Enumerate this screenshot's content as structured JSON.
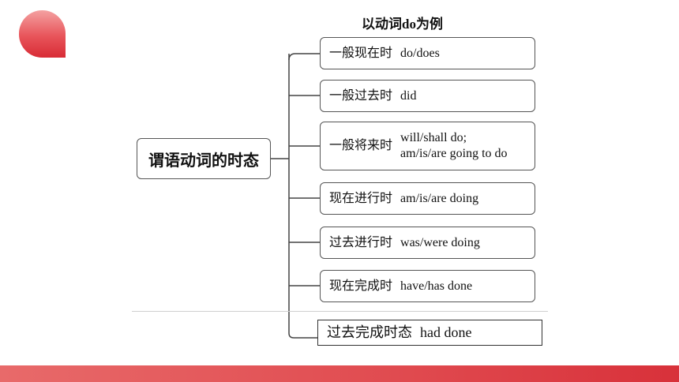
{
  "header": {
    "caption": "以动词do为例"
  },
  "root": {
    "label": "谓语动词的时态"
  },
  "branches": [
    {
      "tense": "一般现在时",
      "example": "do/does"
    },
    {
      "tense": "一般过去时",
      "example": "did"
    },
    {
      "tense": "一般将来时",
      "example_lines": [
        "will/shall do;",
        "am/is/are going to do"
      ]
    },
    {
      "tense": "现在进行时",
      "example": "am/is/are doing"
    },
    {
      "tense": "过去进行时",
      "example": "was/were doing"
    },
    {
      "tense": "现在完成时",
      "example": "have/has done"
    },
    {
      "tense": "过去完成时态",
      "example": "had done"
    }
  ],
  "colors": {
    "accent": "#e04a4f",
    "border": "#555555"
  }
}
